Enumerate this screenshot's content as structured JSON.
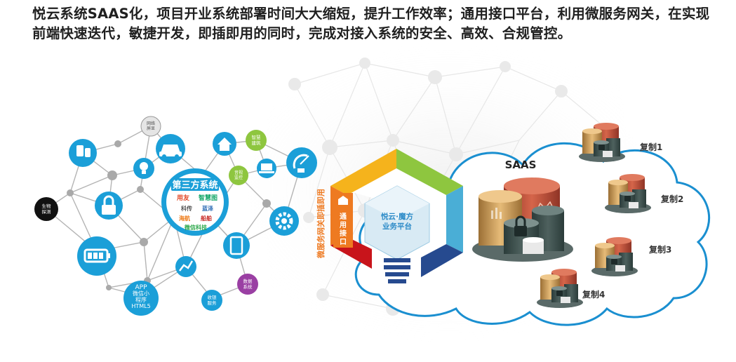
{
  "headline": "悦云系统SAAS化，项目开业系统部署时间大大缩短，提升工作效率；通用接口平台，利用微服务网关，在实现前端快速迭代，敏捷开发，即插即用的同时，完成对接入系统的安全、高效、合规管控。",
  "network": {
    "third_party_title": "第三方系统",
    "partners": [
      "用友",
      "智慧图",
      "科传",
      "蓝泽",
      "海航",
      "船舶",
      "微信科技"
    ],
    "small_nodes": {
      "top": "网络\n屏显",
      "left": "生物\n探测",
      "smart": "智慧\n建筑",
      "video": "音视\n监控",
      "fire": "数据\n系统",
      "pos": "收银\n服务"
    },
    "app_node": [
      "APP",
      "微信小",
      "程序",
      "HTML5"
    ]
  },
  "gateway": {
    "vertical_label": "微服务网关即插即用",
    "interface_label": "通用接口",
    "platform_label": "悦云·魔方\n业务平台"
  },
  "saas": {
    "label": "SAAS",
    "copies": [
      "复制1",
      "复制2",
      "复制3",
      "复制4"
    ]
  },
  "colors": {
    "node_blue": "#1b9fd8",
    "hex_yellow": "#f5b31c",
    "hex_green": "#8ec63f",
    "hex_teal": "#4aaed6",
    "hex_navy": "#264a8f",
    "hex_red": "#c8141b",
    "hex_orange": "#ee7a21",
    "cylinder_red": "#c0533a",
    "cylinder_gold": "#d9a45a"
  }
}
